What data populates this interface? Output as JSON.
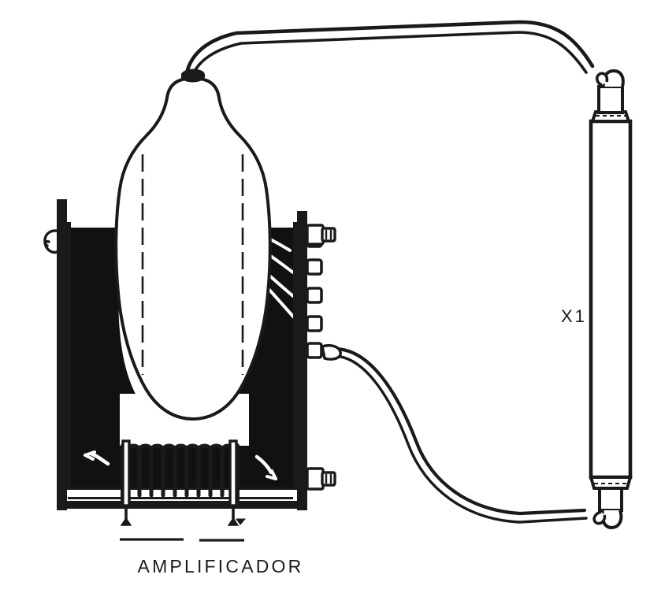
{
  "figure": {
    "kind": "technical-line-drawing",
    "title_caption": "AMPLIFICADOR",
    "component_label": "X1",
    "ink_color": "#1a1a1a",
    "fill_color": "#111111",
    "background_color": "#ffffff"
  },
  "caption": {
    "text": "AMPLIFICADOR",
    "underline_segments": 2
  },
  "components": {
    "amplifier": {
      "name": "AMPLIFICADOR",
      "description": "Chassis with left and right vertical rails, dark potted block, large vacuum tube envelope and a wound coil at the base",
      "terminal_count": 5,
      "bolt_count": 2,
      "coil_turns": 8,
      "internal_wire_count": 4
    },
    "tube_x1": {
      "name": "X1",
      "description": "Tall cylindrical component with end caps and terminal hooks at top and bottom"
    },
    "cable_top": {
      "name": "upper-cable",
      "description": "Double-line cable arcing from tube top cap over to X1 top terminal"
    },
    "cable_bottom": {
      "name": "lower-cable",
      "description": "Double-line S-curve cable from 5th terminal to X1 bottom terminal"
    }
  },
  "labels": {
    "x1": "X1",
    "amplificador": "AMPLIFICADOR"
  }
}
